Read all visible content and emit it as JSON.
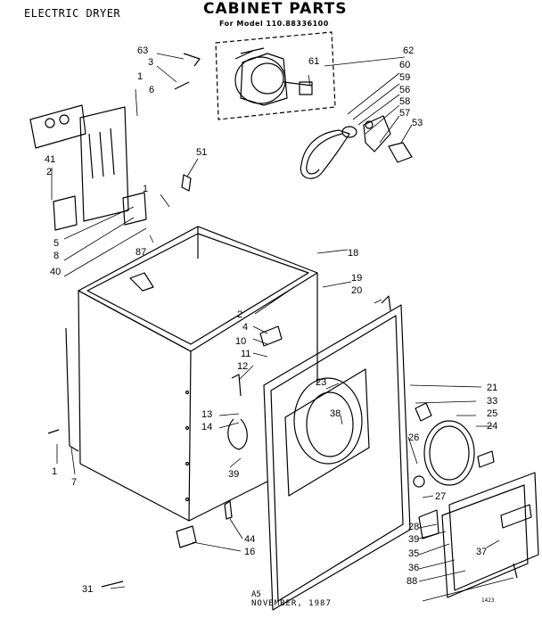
{
  "header": {
    "product": "ELECTRIC DRYER",
    "title": "CABINET PARTS",
    "model": "For Model 110.88336100"
  },
  "footer": {
    "revision": "A5",
    "date": "NOVEMBER, 1987",
    "code": "1423"
  },
  "part_callouts": [
    "63",
    "3",
    "1",
    "6",
    "62",
    "61",
    "60",
    "59",
    "56",
    "58",
    "57",
    "53",
    "41",
    "2",
    "51",
    "1",
    "5",
    "8",
    "40",
    "87",
    "18",
    "19",
    "20",
    "2",
    "4",
    "10",
    "11",
    "12",
    "23",
    "38",
    "21",
    "33",
    "25",
    "24",
    "26",
    "13",
    "14",
    "39",
    "1",
    "7",
    "27",
    "28",
    "39",
    "37",
    "35",
    "36",
    "88",
    "44",
    "16",
    "31"
  ]
}
